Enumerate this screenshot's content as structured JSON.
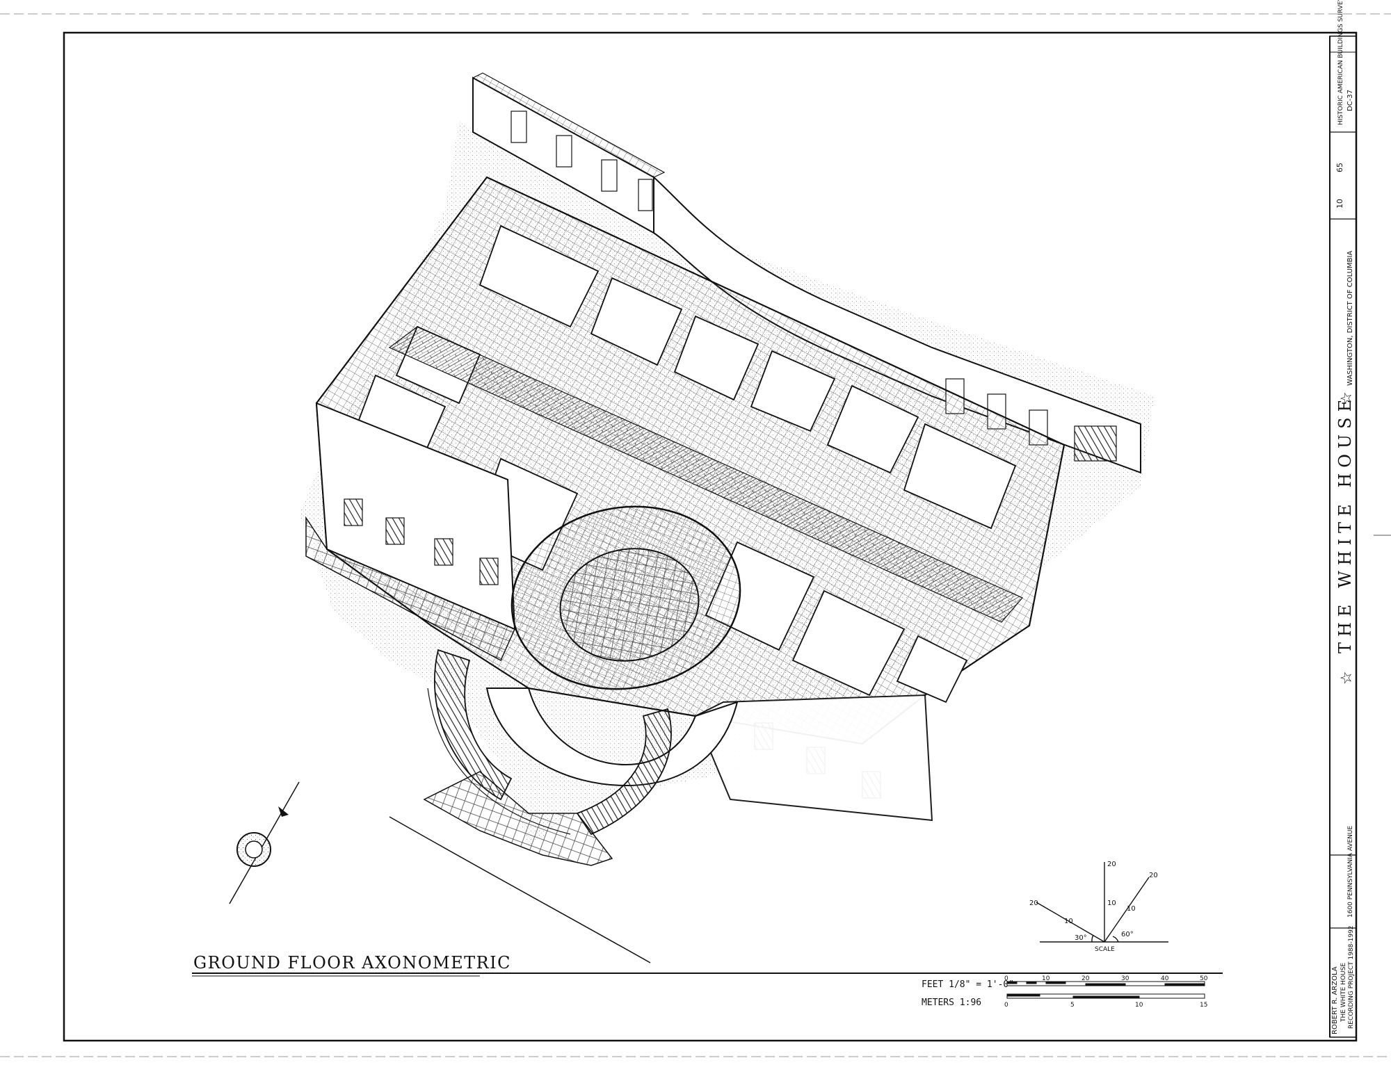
{
  "drawing": {
    "title": "GROUND FLOOR AXONOMETRIC",
    "scale_feet_label": "FEET 1/8\" = 1'-0\"",
    "scale_meters_label": "METERS 1:96",
    "feet_ticks": [
      "0",
      "10",
      "20",
      "30",
      "40",
      "50"
    ],
    "meter_ticks": [
      "0",
      "5",
      "10",
      "15"
    ],
    "axis_scale_label": "SCALE",
    "axis_angle_left": "30°",
    "axis_angle_right": "60°",
    "axis_vertical_ticks": [
      "20",
      "10"
    ],
    "axis_left_ticks": [
      "20",
      "10"
    ],
    "axis_right_ticks": [
      "20",
      "10"
    ]
  },
  "title_block": {
    "building_name": "THE WHITE HOUSE",
    "address": "1600 PENNSYLVANIA AVENUE",
    "location": "WASHINGTON, DISTRICT OF COLUMBIA",
    "program": "HISTORIC AMERICAN BUILDINGS SURVEY",
    "survey_number": "DC-37",
    "sheet_number": "10",
    "sheet_total": "65",
    "delineator": "ROBERT R. ARZOLA",
    "project_note_1": "THE WHITE HOUSE",
    "project_note_2": "RECORDING PROJECT 1988-1992"
  },
  "colors": {
    "ink": "#111111",
    "paper": "#ffffff",
    "hatch": "#555555"
  }
}
